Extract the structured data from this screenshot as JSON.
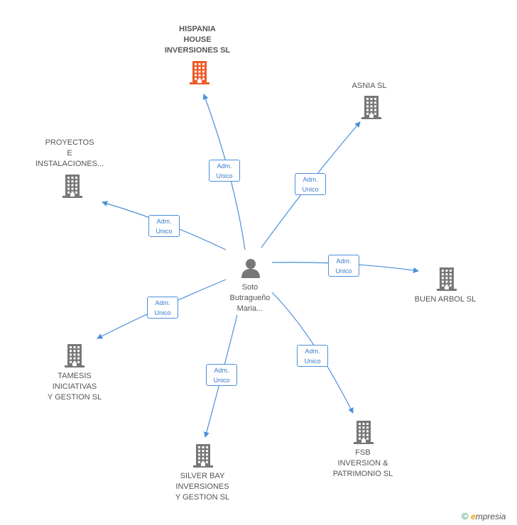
{
  "diagram": {
    "center": {
      "name_lines": [
        "Soto",
        "Butragueño",
        "Maria..."
      ],
      "icon": "person-icon"
    },
    "companies": [
      {
        "id": "hispania",
        "lines": [
          "HISPANIA",
          "HOUSE",
          "INVERSIONES SL"
        ],
        "highlight": true,
        "role_lines": [
          "Adm.",
          "Unico"
        ],
        "icon": "building-icon",
        "color": "#f05a28"
      },
      {
        "id": "asnia",
        "lines": [
          "ASNIA SL"
        ],
        "highlight": false,
        "role_lines": [
          "Adm.",
          "Unico"
        ],
        "icon": "building-icon",
        "color": "#777777"
      },
      {
        "id": "proyectos",
        "lines": [
          "PROYECTOS",
          "E",
          "INSTALACIONES..."
        ],
        "highlight": false,
        "role_lines": [
          "Adm.",
          "Unico"
        ],
        "icon": "building-icon",
        "color": "#777777"
      },
      {
        "id": "buen-arbol",
        "lines": [
          "BUEN ARBOL SL"
        ],
        "highlight": false,
        "role_lines": [
          "Adm.",
          "Unico"
        ],
        "icon": "building-icon",
        "color": "#777777"
      },
      {
        "id": "tamesis",
        "lines": [
          "TAMESIS",
          "INICIATIVAS",
          "Y GESTION SL"
        ],
        "highlight": false,
        "role_lines": [
          "Adm.",
          "Unico"
        ],
        "icon": "building-icon",
        "color": "#777777"
      },
      {
        "id": "fsb",
        "lines": [
          "FSB",
          "INVERSION &",
          "PATRIMONIO SL"
        ],
        "highlight": false,
        "role_lines": [
          "Adm.",
          "Unico"
        ],
        "icon": "building-icon",
        "color": "#777777"
      },
      {
        "id": "silver-bay",
        "lines": [
          "SILVER BAY",
          "INVERSIONES",
          "Y GESTION SL"
        ],
        "highlight": false,
        "role_lines": [
          "Adm.",
          "Unico"
        ],
        "icon": "building-icon",
        "color": "#777777"
      }
    ],
    "edge_color": "#4a8fdc"
  },
  "branding": {
    "copyright": "©",
    "logo_initial": "e",
    "logo_rest": "mpresia"
  }
}
